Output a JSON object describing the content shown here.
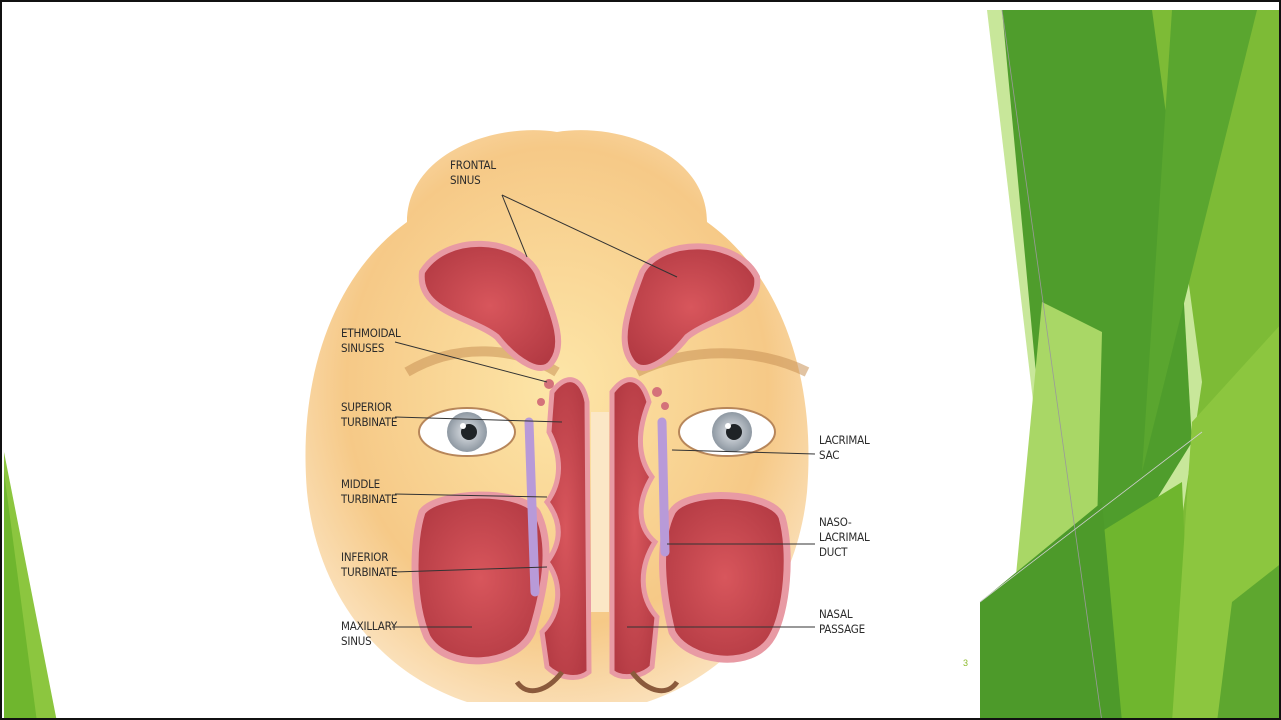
{
  "slide": {
    "page_number": "3",
    "theme_colors": {
      "green_dark": "#4d9a2a",
      "green_mid": "#6fb62e",
      "green_light": "#9cd046",
      "green_pale": "#c8e79a"
    }
  },
  "diagram": {
    "labels": {
      "frontal_sinus": "FRONTAL\nSINUS",
      "ethmoidal_sinuses": "ETHMOIDAL\nSINUSES",
      "superior_turbinate": "SUPERIOR\nTURBINATE",
      "middle_turbinate": "MIDDLE\nTURBINATE",
      "inferior_turbinate": "INFERIOR\nTURBINATE",
      "maxillary_sinus": "MAXILLARY\nSINUS",
      "lacrimal_sac": "LACRIMAL\nSAC",
      "nasolacrimal_duct": "NASO-\nLACRIMAL\nDUCT",
      "nasal_passage": "NASAL\nPASSAGE"
    }
  }
}
